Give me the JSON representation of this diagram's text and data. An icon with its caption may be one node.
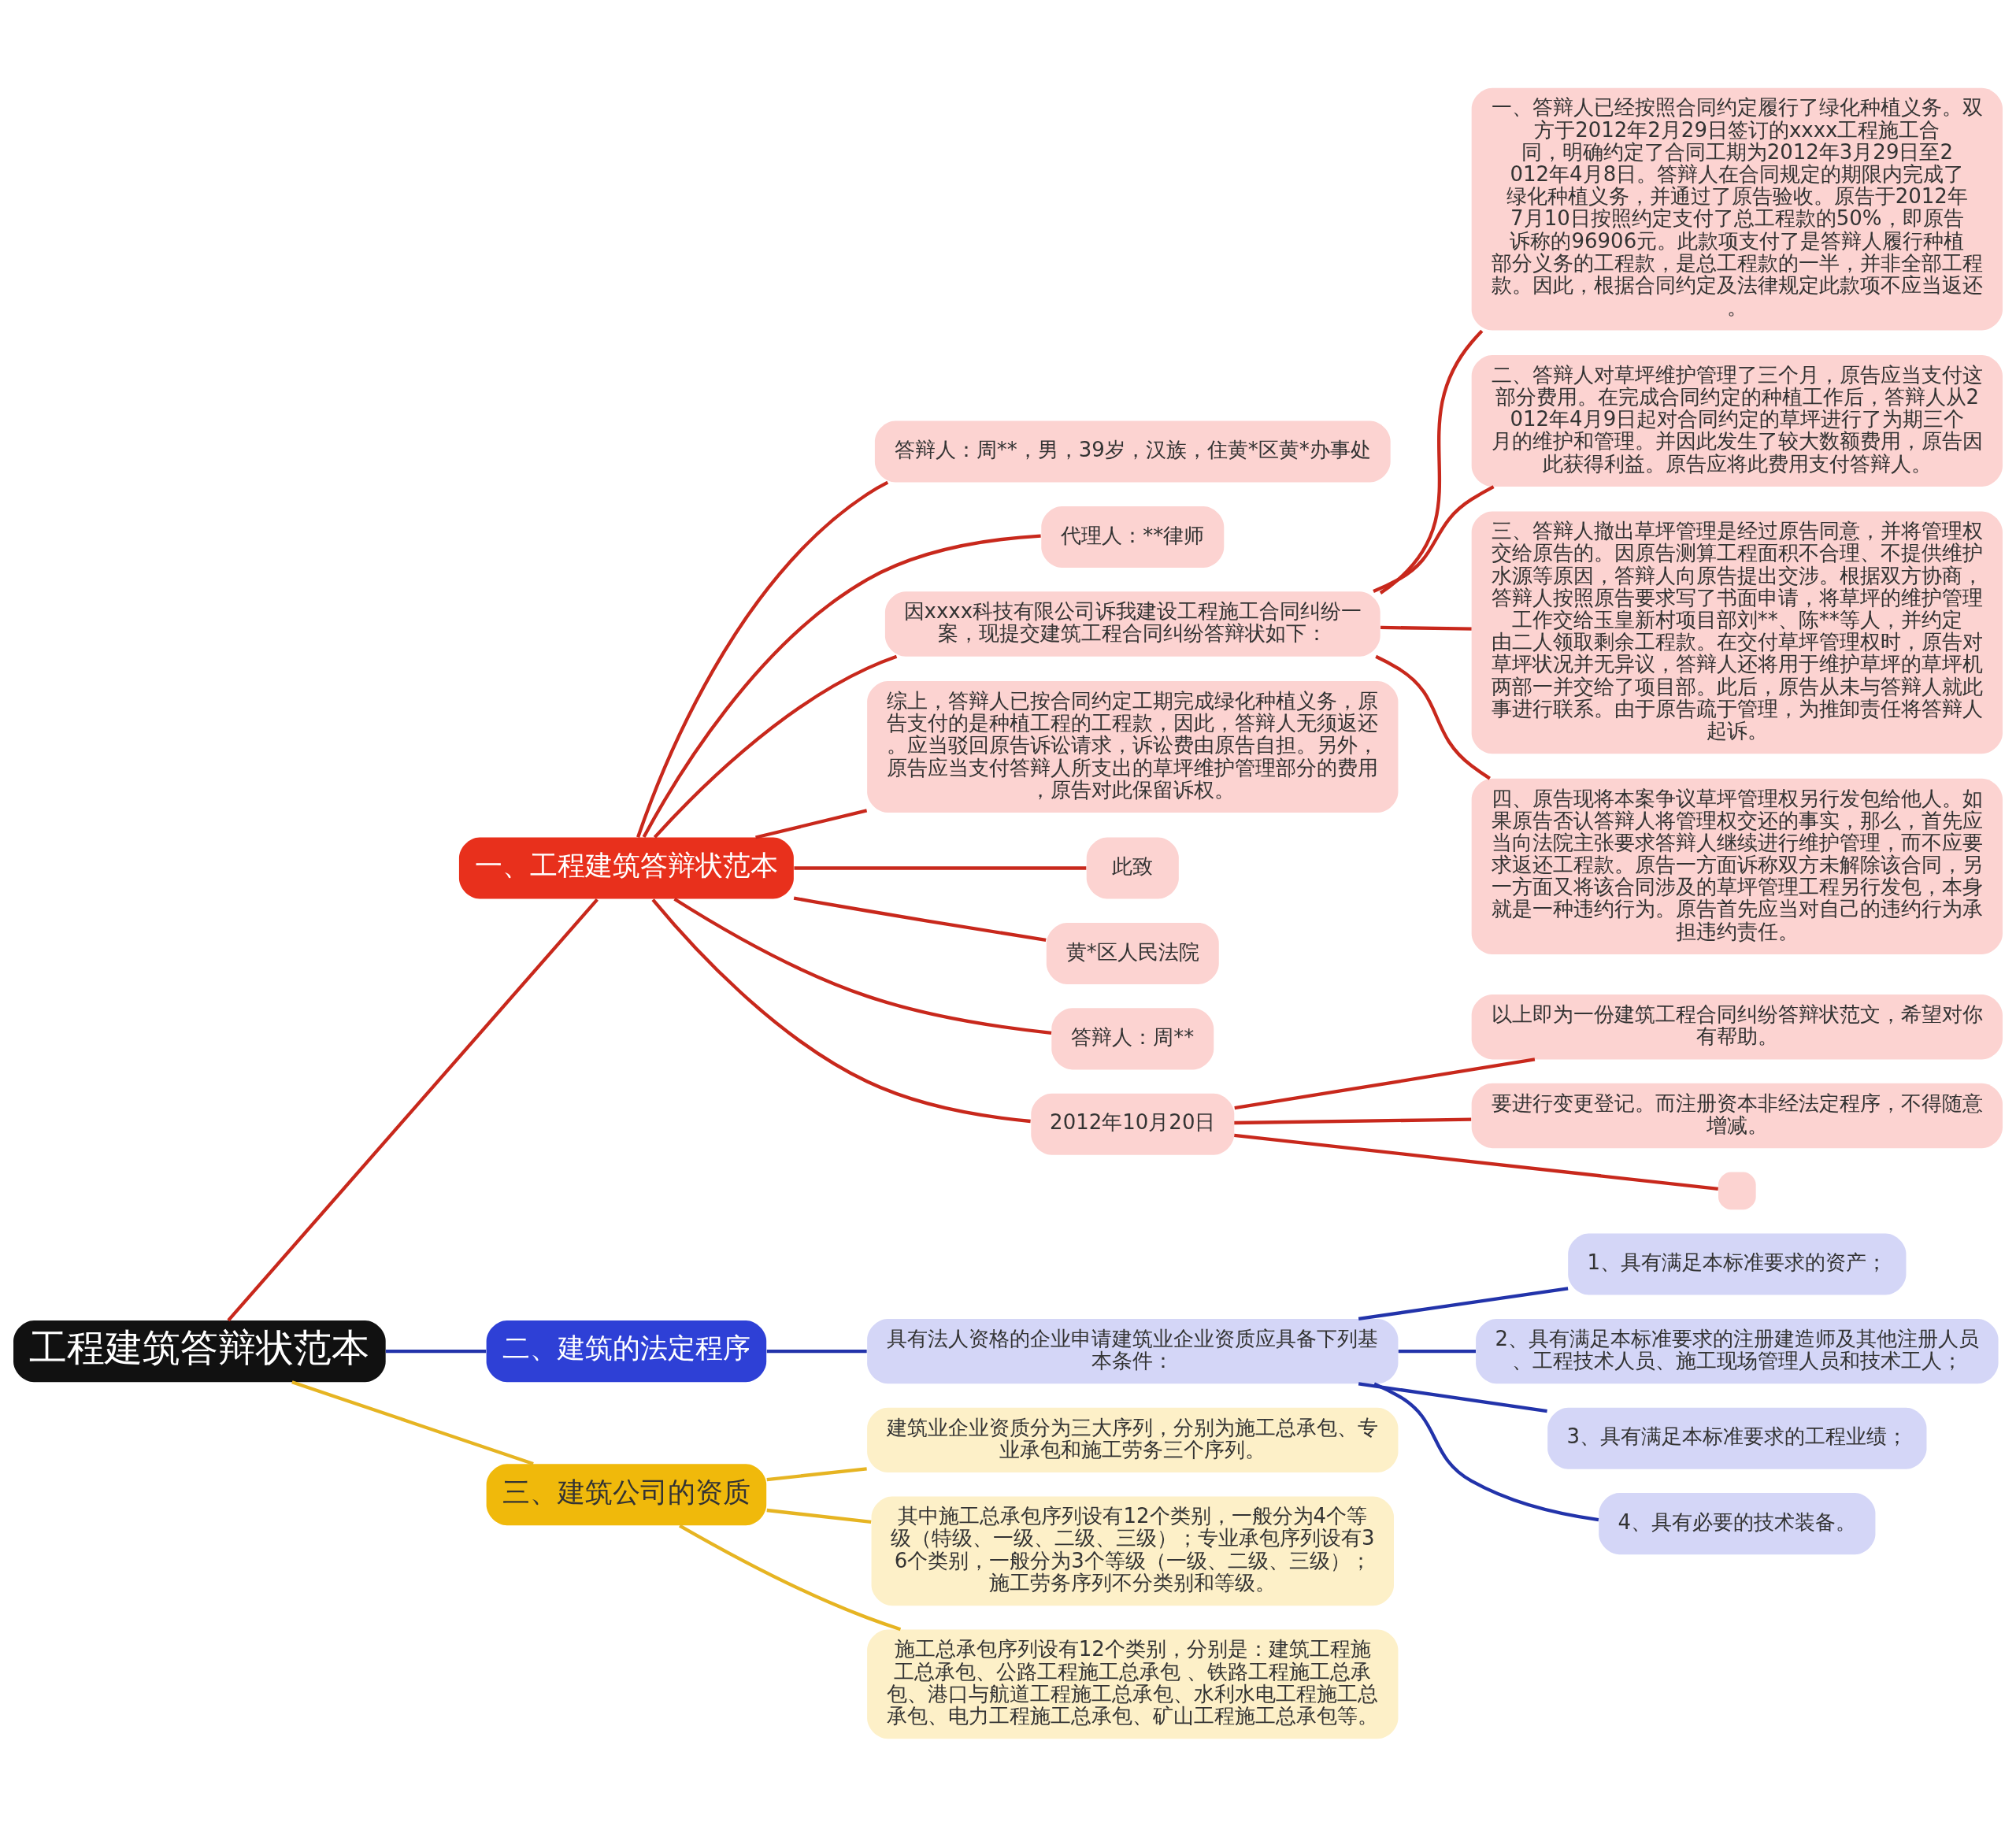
{
  "diagram": {
    "nodes": [
      {
        "text": [
          "工程建筑答辩状范本"
        ]
      },
      {
        "text": [
          "一、工程建筑答辩状范本"
        ]
      },
      {
        "text": [
          "答辩人：周**，男，39岁，汉族，住黄*区黄*办事处"
        ]
      },
      {
        "text": [
          "代理人：**律师"
        ]
      },
      {
        "text": [
          "因xxxx科技有限公司诉我建设工程施工合同纠纷一案，现提交建筑工程合同纠纷答辩状如下："
        ]
      },
      {
        "text": [
          "一、答辩人已经按照合同约定履行了绿化种植义务。双方于2012年2月29日签订的xxxx工程施工合同，明确约定了合同工期为2012年3月29日至2012年4月8日。答辩人在合同规定的期限内完成了绿化种植义务，并通过了原告验收。原告于2012年7月10日按照约定支付了总工程款的50%，即原告诉称的96906元。此款项支付了是答辩人履行种植部分义务的工程款，是总工程款的一半，并非全部工程款。因此，根据合同约定及法律规定此款项不应当返还。"
        ]
      },
      {
        "text": [
          "二、答辩人对草坪维护管理了三个月，原告应当支付这部分费用。在完成合同约定的种植工作后，答辩人从2012年4月9日起对合同约定的草坪进行了为期三个月的维护和管理。并因此发生了较大数额费用，原告因此获得利益。原告应将此费用支付答辩人。"
        ]
      },
      {
        "text": [
          "三、答辩人撤出草坪管理是经过原告同意，并将管理权交给原告的。因原告测算工程面积不合理、不提供维护水源等原因，答辩人向原告提出交涉。根据双方协商，答辩人按照原告要求写了书面申请，将草坪的维护管理工作交给玉皇新村项目部刘**、陈**等人，并约定由二人领取剩余工程款。在交付草坪管理权时，原告对草坪状况并无异议，答辩人还将用于维护草坪的草坪机两部一并交给了项目部。此后，原告从未与答辩人就此事进行联系。由于原告疏于管理，为推卸责任将答辩人起诉。"
        ]
      },
      {
        "text": [
          "四、原告现将本案争议草坪管理权另行发包给他人。如果原告否认答辩人将管理权交还的事实，那么，首先应当向法院主张要求答辩人继续进行维护管理，而不应要求返还工程款。原告一方面诉称双方未解除该合同，另一方面又将该合同涉及的草坪管理工程另行发包，本身就是一种违约行为。原告首先应当对自己的违约行为承担违约责任。"
        ]
      },
      {
        "text": [
          "综上，答辩人已按合同约定工期完成绿化种植义务，原告支付的是种植工程的工程款，因此，答辩人无须返还。应当驳回原告诉讼请求，诉讼费由原告自担。另外，原告应当支付答辩人所支出的草坪维护管理部分的费用，原告对此保留诉权。"
        ]
      },
      {
        "text": [
          "此致"
        ]
      },
      {
        "text": [
          "黄*区人民法院"
        ]
      },
      {
        "text": [
          "答辩人：周**"
        ]
      },
      {
        "text": [
          "2012年10月20日"
        ]
      },
      {
        "text": [
          "以上即为一份建筑工程合同纠纷答辩状范文，希望对你有帮助。"
        ]
      },
      {
        "text": [
          "要进行变更登记。而注册资本非经法定程序，不得随意增减。"
        ]
      },
      {
        "text": [],
        "shape": "box"
      },
      {
        "text": [
          "二、建筑的法定程序"
        ]
      },
      {
        "text": [
          "具有法人资格的企业申请建筑业企业资质应具备下列基本条件："
        ]
      },
      {
        "text": [
          "1、具有满足本标准要求的资产；"
        ]
      },
      {
        "text": [
          "2、具有满足本标准要求的注册建造师及其他注册人员、工程技术人员、施工现场管理人员和技术工人；"
        ]
      },
      {
        "text": [
          "3、具有满足本标准要求的工程业绩；"
        ]
      },
      {
        "text": [
          "4、具有必要的技术装备。"
        ]
      },
      {
        "text": [
          "三、建筑公司的资质"
        ]
      },
      {
        "text": [
          "建筑业企业资质分为三大序列，分别为施工总承包、专业承包和施工劳务三个序列。"
        ]
      },
      {
        "text": [
          "其中施工总承包序列设有12个类别，一般分为4个等级（特级、一级、二级、三级）；专业承包序列设有36个类别，一般分为3个等级（一级、二级、三级）；施工劳务序列不分类别和等级。"
        ]
      },
      {
        "text": [
          "施工总承包序列设有12个类别，分别是：建筑工程施工总承包、公路工程施工总承包 、铁路工程施工总承包、港口与航道工程施工总承包、水利水电工程施工总承包、电力工程施工总承包、矿山工程施工总承包等。"
        ]
      }
    ],
    "edges": [
      {
        "from": 0,
        "to": 1,
        "arrow": "none"
      },
      {
        "from": 1,
        "to": 2,
        "arrow": "none"
      },
      {
        "from": 1,
        "to": 3,
        "arrow": "none"
      },
      {
        "from": 1,
        "to": 4,
        "arrow": "none"
      },
      {
        "from": 4,
        "to": 5,
        "arrow": "none"
      },
      {
        "from": 4,
        "to": 6,
        "arrow": "none"
      },
      {
        "from": 4,
        "to": 7,
        "arrow": "none"
      },
      {
        "from": 4,
        "to": 8,
        "arrow": "none"
      },
      {
        "from": 1,
        "to": 9,
        "arrow": "none"
      },
      {
        "from": 1,
        "to": 10,
        "arrow": "none"
      },
      {
        "from": 1,
        "to": 11,
        "arrow": "none"
      },
      {
        "from": 1,
        "to": 12,
        "arrow": "none"
      },
      {
        "from": 1,
        "to": 13,
        "arrow": "none"
      },
      {
        "from": 13,
        "to": 14,
        "arrow": "none"
      },
      {
        "from": 13,
        "to": 15,
        "arrow": "none"
      },
      {
        "from": 13,
        "to": 16,
        "arrow": "none"
      },
      {
        "from": 0,
        "to": 17,
        "arrow": "none",
        "color": "#2233aa"
      },
      {
        "from": 17,
        "to": 18,
        "arrow": "none",
        "color": "#2233aa"
      },
      {
        "from": 18,
        "to": 19,
        "arrow": "none",
        "color": "#2233aa"
      },
      {
        "from": 18,
        "to": 20,
        "arrow": "none",
        "color": "#2233aa"
      },
      {
        "from": 18,
        "to": 21,
        "arrow": "none",
        "color": "#2233aa"
      },
      {
        "from": 18,
        "to": 22,
        "arrow": "none",
        "color": "#2233aa"
      },
      {
        "from": 0,
        "to": 23,
        "arrow": "none",
        "color": "#e6b422"
      },
      {
        "from": 23,
        "to": 24,
        "arrow": "none",
        "color": "#e6b422"
      },
      {
        "from": 23,
        "to": 25,
        "arrow": "none",
        "color": "#e6b422"
      },
      {
        "from": 23,
        "to": 26,
        "arrow": "none",
        "color": "#e6b422"
      }
    ]
  }
}
